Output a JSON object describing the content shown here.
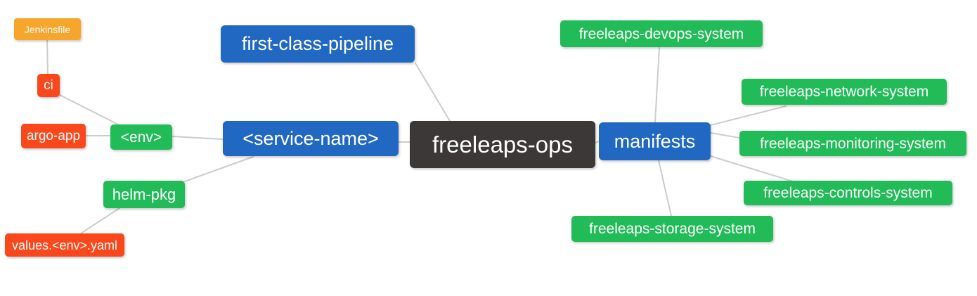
{
  "diagram": {
    "type": "mindmap",
    "root_label": "freeleaps-ops"
  },
  "nodes": {
    "freeleaps_ops": {
      "label": "freeleaps-ops",
      "role": "root",
      "level": 0
    },
    "first_class_pipeline": {
      "label": "first-class-pipeline",
      "role": "primary",
      "level": 1
    },
    "service_name": {
      "label": "<service-name>",
      "role": "primary",
      "level": 1
    },
    "manifests": {
      "label": "manifests",
      "role": "primary",
      "level": 1
    },
    "env": {
      "label": "<env>",
      "role": "secondary",
      "level": 2
    },
    "helm_pkg": {
      "label": "helm-pkg",
      "role": "secondary",
      "level": 2
    },
    "ci": {
      "label": "ci",
      "role": "tertiary",
      "level": 3
    },
    "argo_app": {
      "label": "argo-app",
      "role": "tertiary",
      "level": 3
    },
    "values_env_yaml": {
      "label": "values.<env>.yaml",
      "role": "tertiary",
      "level": 3
    },
    "jenkinsfile": {
      "label": "Jenkinsfile",
      "role": "quaternary",
      "level": 4
    },
    "devops_system": {
      "label": "freeleaps-devops-system",
      "role": "secondary",
      "level": 2
    },
    "network_system": {
      "label": "freeleaps-network-system",
      "role": "secondary",
      "level": 2
    },
    "monitoring_system": {
      "label": "freeleaps-monitoring-system",
      "role": "secondary",
      "level": 2
    },
    "controls_system": {
      "label": "freeleaps-controls-system",
      "role": "secondary",
      "level": 2
    },
    "storage_system": {
      "label": "freeleaps-storage-system",
      "role": "secondary",
      "level": 2
    }
  },
  "edges": [
    {
      "from": "freeleaps-ops",
      "to": "first-class-pipeline"
    },
    {
      "from": "freeleaps-ops",
      "to": "<service-name>"
    },
    {
      "from": "freeleaps-ops",
      "to": "manifests"
    },
    {
      "from": "<service-name>",
      "to": "<env>"
    },
    {
      "from": "<service-name>",
      "to": "helm-pkg"
    },
    {
      "from": "<env>",
      "to": "ci"
    },
    {
      "from": "<env>",
      "to": "argo-app"
    },
    {
      "from": "ci",
      "to": "Jenkinsfile"
    },
    {
      "from": "helm-pkg",
      "to": "values.<env>.yaml"
    },
    {
      "from": "manifests",
      "to": "freeleaps-devops-system"
    },
    {
      "from": "manifests",
      "to": "freeleaps-network-system"
    },
    {
      "from": "manifests",
      "to": "freeleaps-monitoring-system"
    },
    {
      "from": "manifests",
      "to": "freeleaps-controls-system"
    },
    {
      "from": "manifests",
      "to": "freeleaps-storage-system"
    }
  ],
  "colors": {
    "root_bg": "#3d3838",
    "primary_bg": "#2168c2",
    "secondary_bg": "#21bb58",
    "tertiary_bg": "#fa481c",
    "quaternary_bg": "#f7a52b",
    "node_text": "#ffffff",
    "edge": "#cccccc",
    "canvas_bg": "#ffffff"
  }
}
